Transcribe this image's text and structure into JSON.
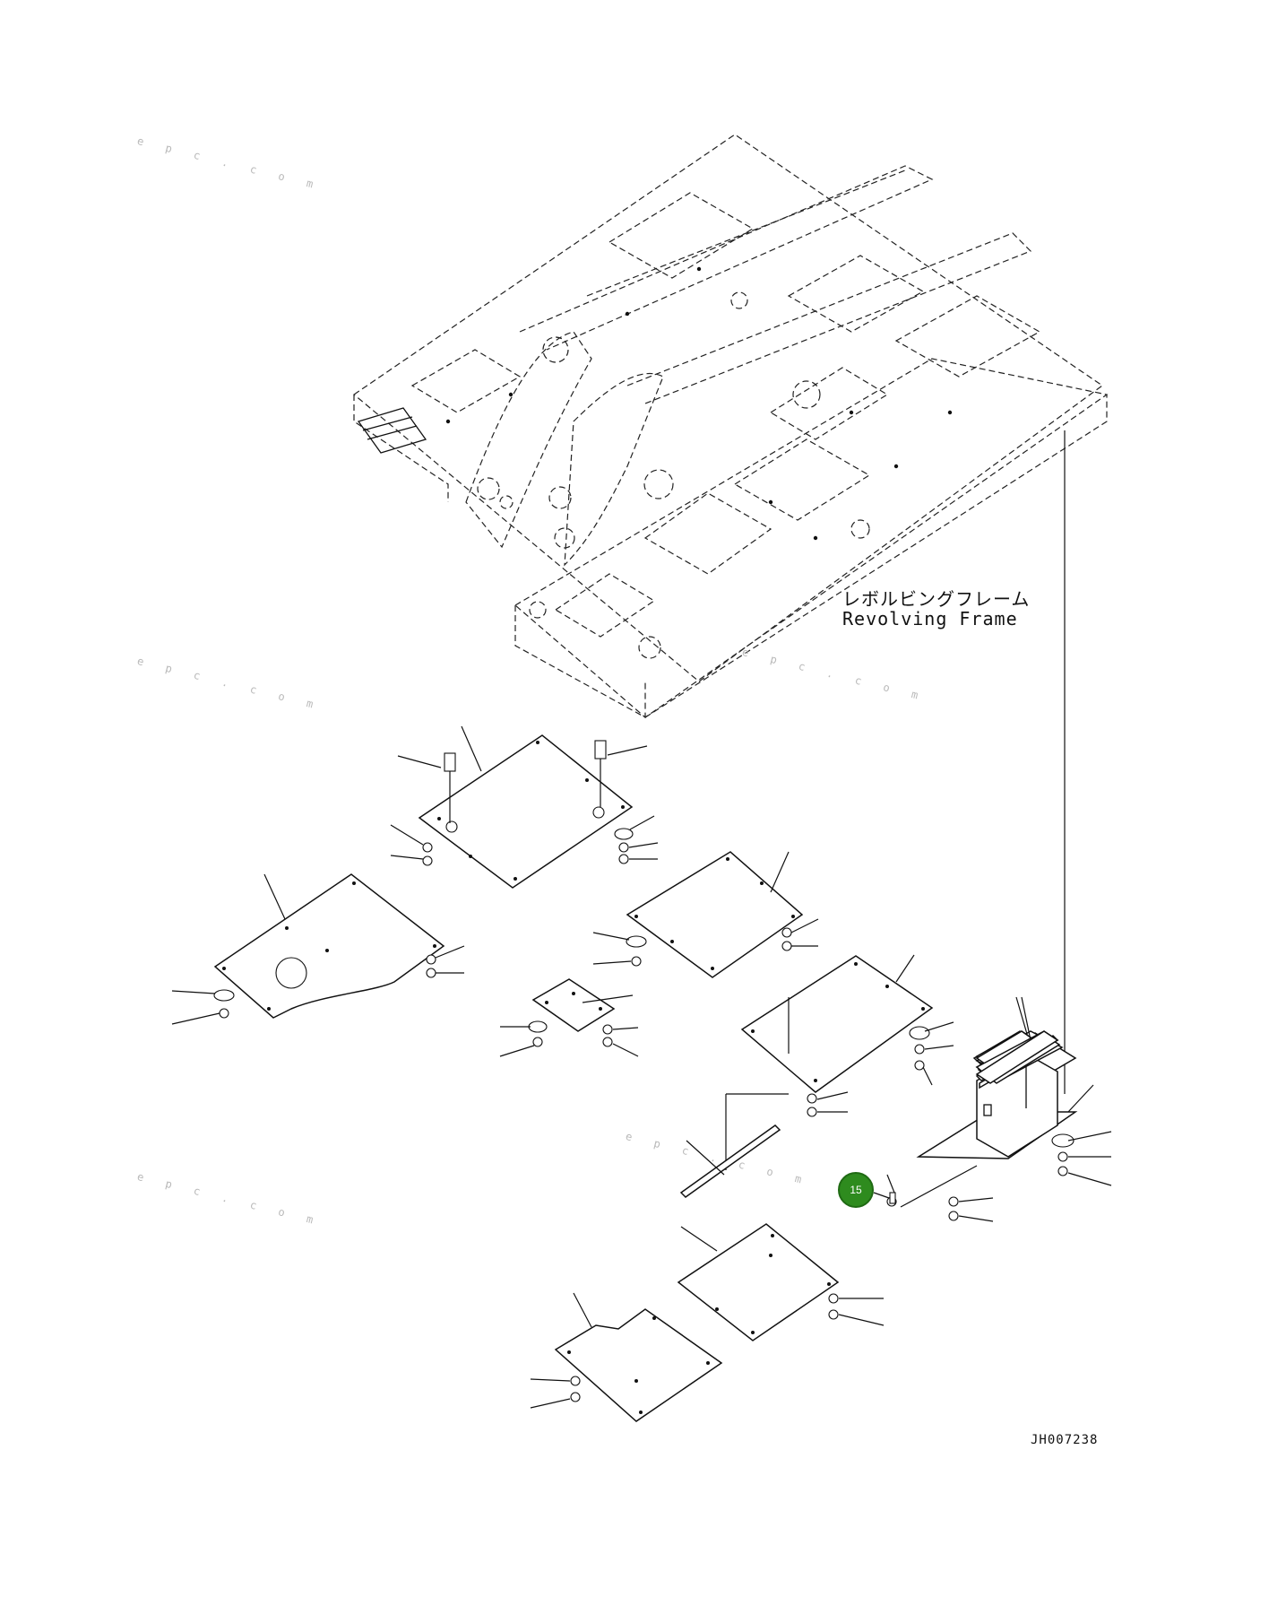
{
  "labels": {
    "frame_jp": "レボルビングフレーム",
    "frame_en": "Revolving Frame",
    "drawing_code": "JH007238"
  },
  "callout": {
    "number": "15",
    "color": "#2e8b1e"
  },
  "watermark": {
    "text": "e p c . c o m"
  },
  "colors": {
    "line": "#111111",
    "background": "#ffffff"
  }
}
